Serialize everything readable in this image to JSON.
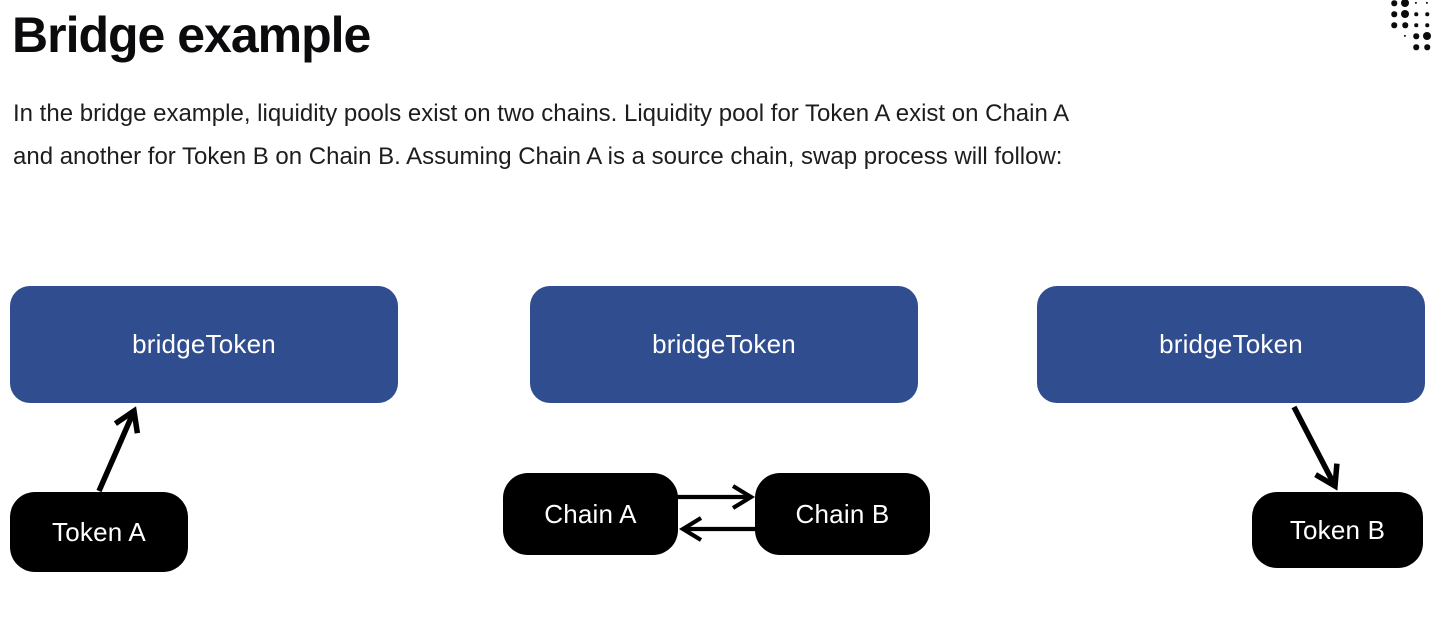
{
  "page": {
    "title": "Bridge example",
    "paragraph": {
      "line1": "In the bridge example, liquidity pools exist on two chains. Liquidity pool for Token A exist on Chain A",
      "line2": "and another for Token B on Chain B. Assuming Chain A is a source chain, swap process will follow:"
    }
  },
  "diagram": {
    "groups": [
      {
        "bridge_label": "bridgeToken",
        "nodes": [
          "Token A"
        ]
      },
      {
        "bridge_label": "bridgeToken",
        "nodes": [
          "Chain A",
          "Chain B"
        ]
      },
      {
        "bridge_label": "bridgeToken",
        "nodes": [
          "Token B"
        ]
      }
    ],
    "arrows": [
      {
        "from": "Token A",
        "to": "bridgeToken"
      },
      {
        "from": "Chain A",
        "to": "Chain B"
      },
      {
        "from": "Chain B",
        "to": "Chain A"
      },
      {
        "from": "bridgeToken",
        "to": "Token B"
      }
    ],
    "colors": {
      "bridge_box": "#2F4D8F",
      "node_box": "#000000",
      "box_text": "#FFFFFF",
      "arrow": "#000000"
    }
  }
}
